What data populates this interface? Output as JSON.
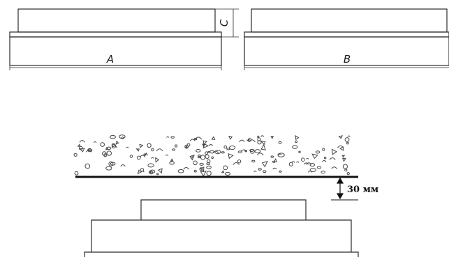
{
  "figure_top": {
    "panel_a": {
      "label": "A",
      "height_label": "C"
    },
    "panel_b": {
      "label": "B"
    }
  },
  "figure_bottom": {
    "gap_label": "30 мм"
  },
  "colors": {
    "line": "#2b2b2b",
    "thin_line": "#6a6a6a",
    "bed_line": "#111111"
  }
}
